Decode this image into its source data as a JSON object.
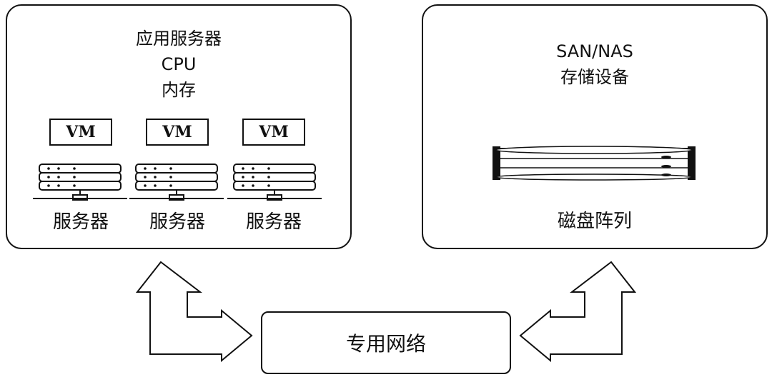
{
  "app_server": {
    "title_lines": [
      "应用服务器",
      "CPU",
      "内存"
    ],
    "vms": [
      "VM",
      "VM",
      "VM"
    ],
    "servers": [
      "服务器",
      "服务器",
      "服务器"
    ]
  },
  "storage": {
    "title_lines": [
      "SAN/NAS",
      "存储设备"
    ],
    "array_label": "磁盘阵列"
  },
  "network": {
    "label": "专用网络"
  }
}
